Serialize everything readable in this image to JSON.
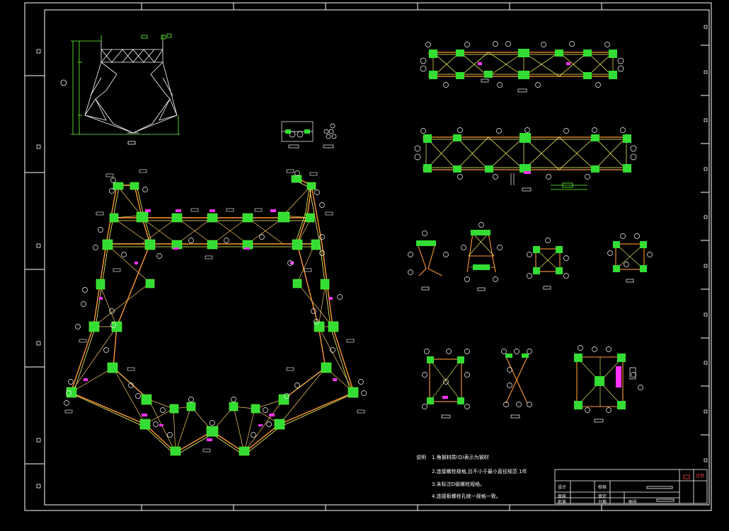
{
  "drawing": {
    "type": "steel lattice tower head structural drawing (CAD)",
    "colors": {
      "background": "#000000",
      "frame": "#ffffff",
      "member_primary": "#ff9933",
      "member_secondary": "#ffff66",
      "plate": "#33ff33",
      "bolt": "#ff33ff",
      "annotation": "#ffffff",
      "dimension": "#66ff33"
    }
  },
  "notes": {
    "title": "说明",
    "items": [
      "1.角钢材质(Q)表示为钢材",
      "2.连接螺栓规格,且不小于最小直径规范 1件",
      "3.未标注D级螺栓规格。",
      "4.连接板螺栓孔统一规格一致。"
    ]
  },
  "title_block": {
    "left_labels": [
      "设计",
      "审核",
      "批准"
    ],
    "mid_labels": [
      "校核",
      "审定",
      "日期"
    ],
    "sheet_label": "图号",
    "right_label": "比例"
  }
}
